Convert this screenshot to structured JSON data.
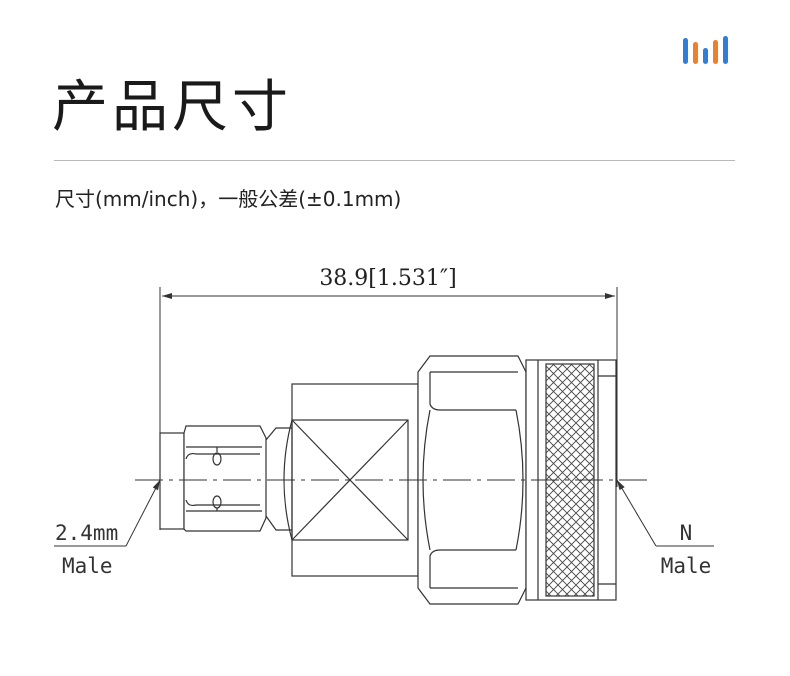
{
  "header": {
    "title": "产品尺寸",
    "subtitle": "尺寸(mm/inch)，一般公差(±0.1mm)",
    "logo_colors": [
      "#2f7ed8",
      "#f07f2a",
      "#2f7ed8",
      "#f07f2a",
      "#2f7ed8"
    ]
  },
  "drawing": {
    "overall_length": "38.9[1.531″]",
    "left_end": {
      "line1": "2.4mm",
      "line2": "Male"
    },
    "right_end": {
      "line1": "N",
      "line2": "Male"
    }
  }
}
